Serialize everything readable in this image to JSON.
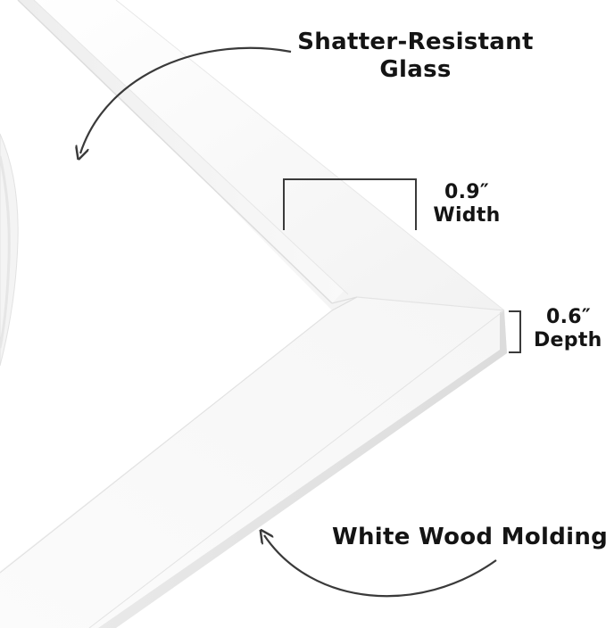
{
  "callouts": {
    "glass": {
      "line1": "Shatter-Resistant",
      "line2": "Glass"
    },
    "width": {
      "value": "0.9″",
      "label": "Width"
    },
    "depth": {
      "value": "0.6″",
      "label": "Depth"
    },
    "molding": {
      "label": "White Wood Molding"
    }
  },
  "colors": {
    "background": "#ffffff",
    "frame_face": "#f7f7f7",
    "frame_shadow": "#e4e4e4",
    "text": "#141414",
    "annotation_line": "#3a3a3a"
  }
}
